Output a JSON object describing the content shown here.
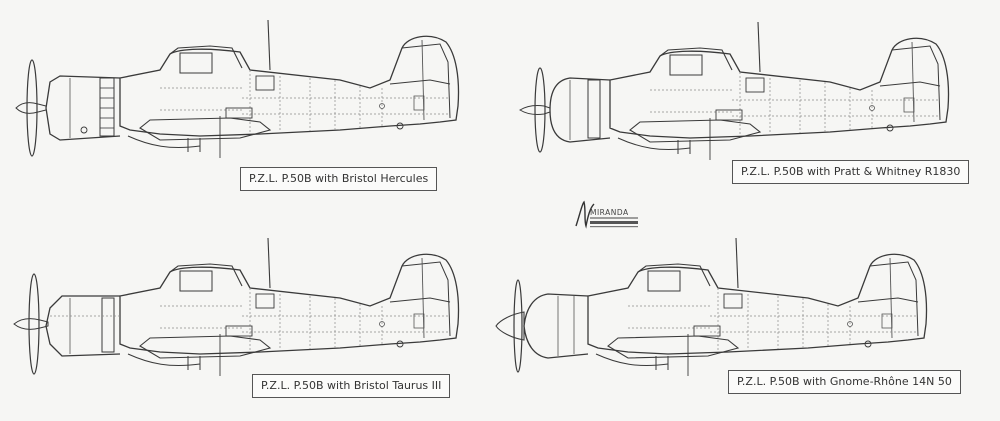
{
  "variants": [
    {
      "caption": "P.Z.L. P.50B with Bristol Hercules",
      "engine": "Bristol Hercules"
    },
    {
      "caption": "P.Z.L. P.50B with Pratt & Whitney R1830",
      "engine": "Pratt & Whitney R1830"
    },
    {
      "caption": "P.Z.L. P.50B with Bristol Taurus III",
      "engine": "Bristol Taurus III"
    },
    {
      "caption": "P.Z.L. P.50B with Gnome-Rhône 14N 50",
      "engine": "Gnome-Rhône 14N 50"
    }
  ],
  "logo": {
    "text": "MIRANDA"
  },
  "colors": {
    "line": "#3a3a3a",
    "panel": "#8a8a8a",
    "background": "#f6f6f4"
  }
}
